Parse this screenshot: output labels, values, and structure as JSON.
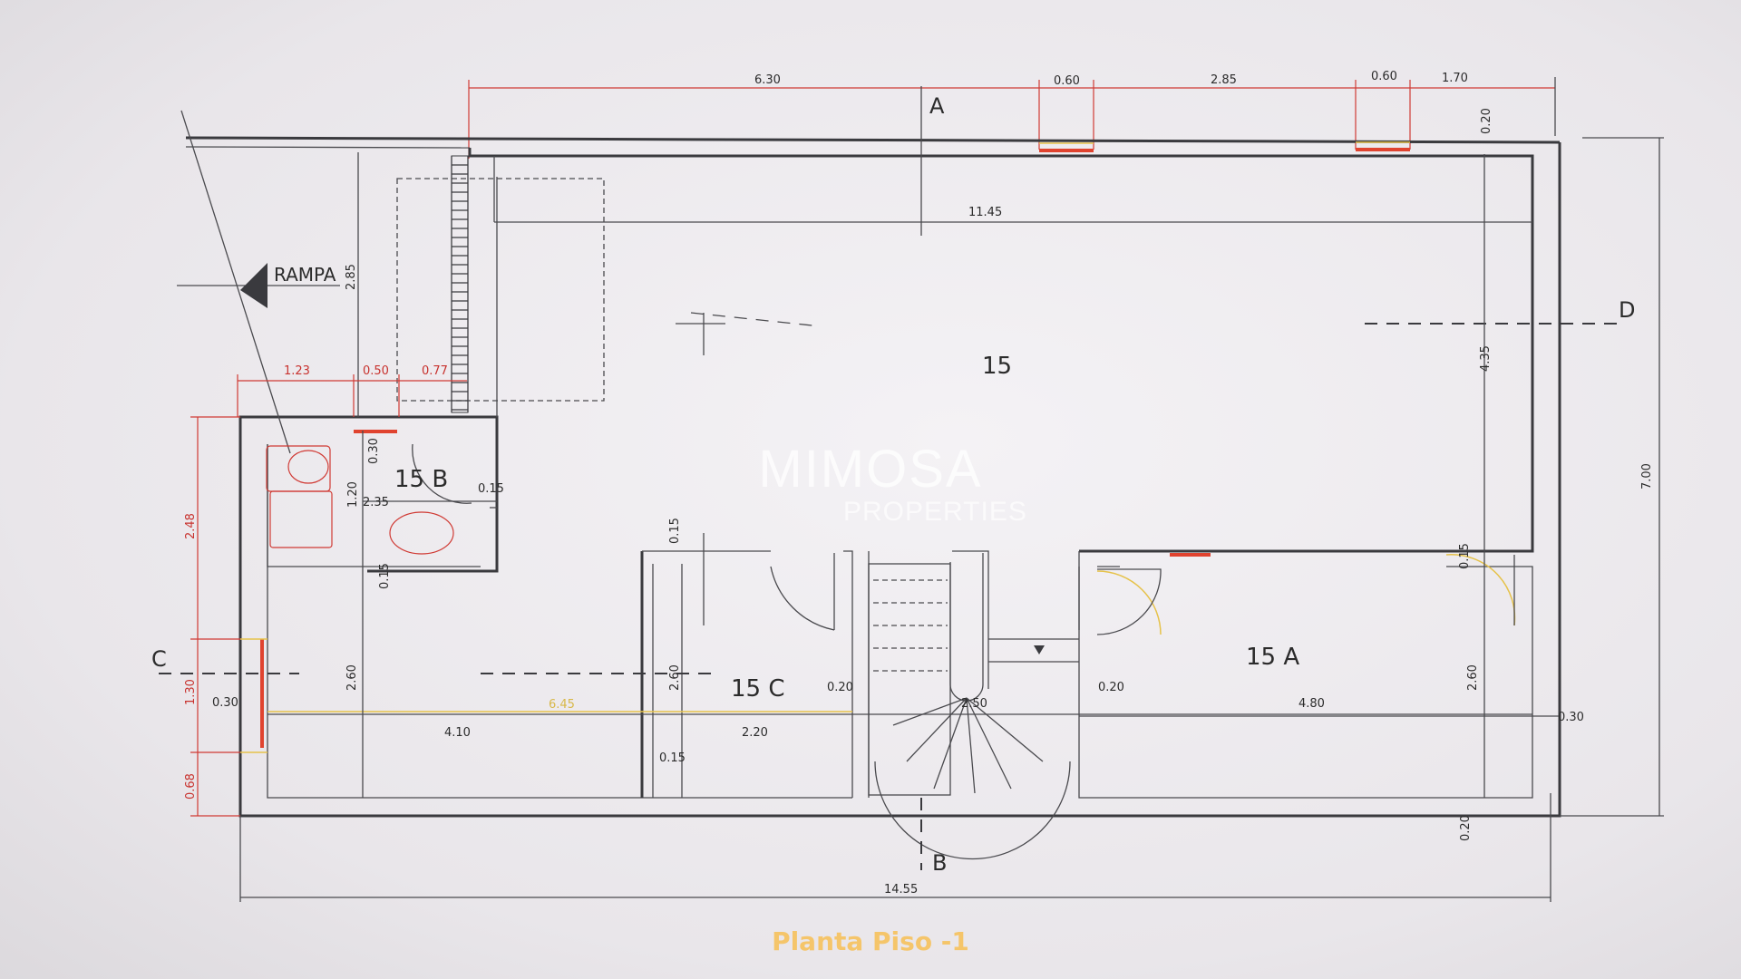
{
  "watermark": {
    "brand": "MIMOSA",
    "sub": "PROPERTIES"
  },
  "caption": "Planta Piso -1",
  "plan": {
    "rooms": {
      "main": "15",
      "bath": "15 B",
      "c": "15 C",
      "a": "15 A"
    },
    "sections": {
      "a_top": "A",
      "b_bottom": "B",
      "c_left": "C",
      "d_right": "D"
    },
    "ramp_label": "RAMPA",
    "dims_top": [
      "6.30",
      "0.60",
      "2.85",
      "0.60",
      "1.70"
    ],
    "dims_misc": {
      "d_1145": "11.45",
      "d_435": "4.35",
      "d_700": "7.00",
      "d_020_top": "0.20",
      "d_285": "2.85",
      "d_123": "1.23",
      "d_050": "0.50",
      "d_077": "0.77",
      "d_030a": "0.30",
      "d_120": "1.20",
      "d_235": "2.35",
      "d_015a": "0.15",
      "d_248": "2.48",
      "d_015b": "0.15",
      "d_130": "1.30",
      "d_068": "0.68",
      "d_030b": "0.30",
      "d_260a": "2.60",
      "d_645": "6.45",
      "d_410": "4.10",
      "d_220": "2.20",
      "d_015c": "0.15",
      "d_015d": "0.15",
      "d_260b": "2.60",
      "d_020a": "0.20",
      "d_250": "2.50",
      "d_020b": "0.20",
      "d_480": "4.80",
      "d_260c": "2.60",
      "d_030c": "0.30",
      "d_015e": "0.15",
      "d_020c": "0.20",
      "d_1455": "14.55"
    }
  }
}
